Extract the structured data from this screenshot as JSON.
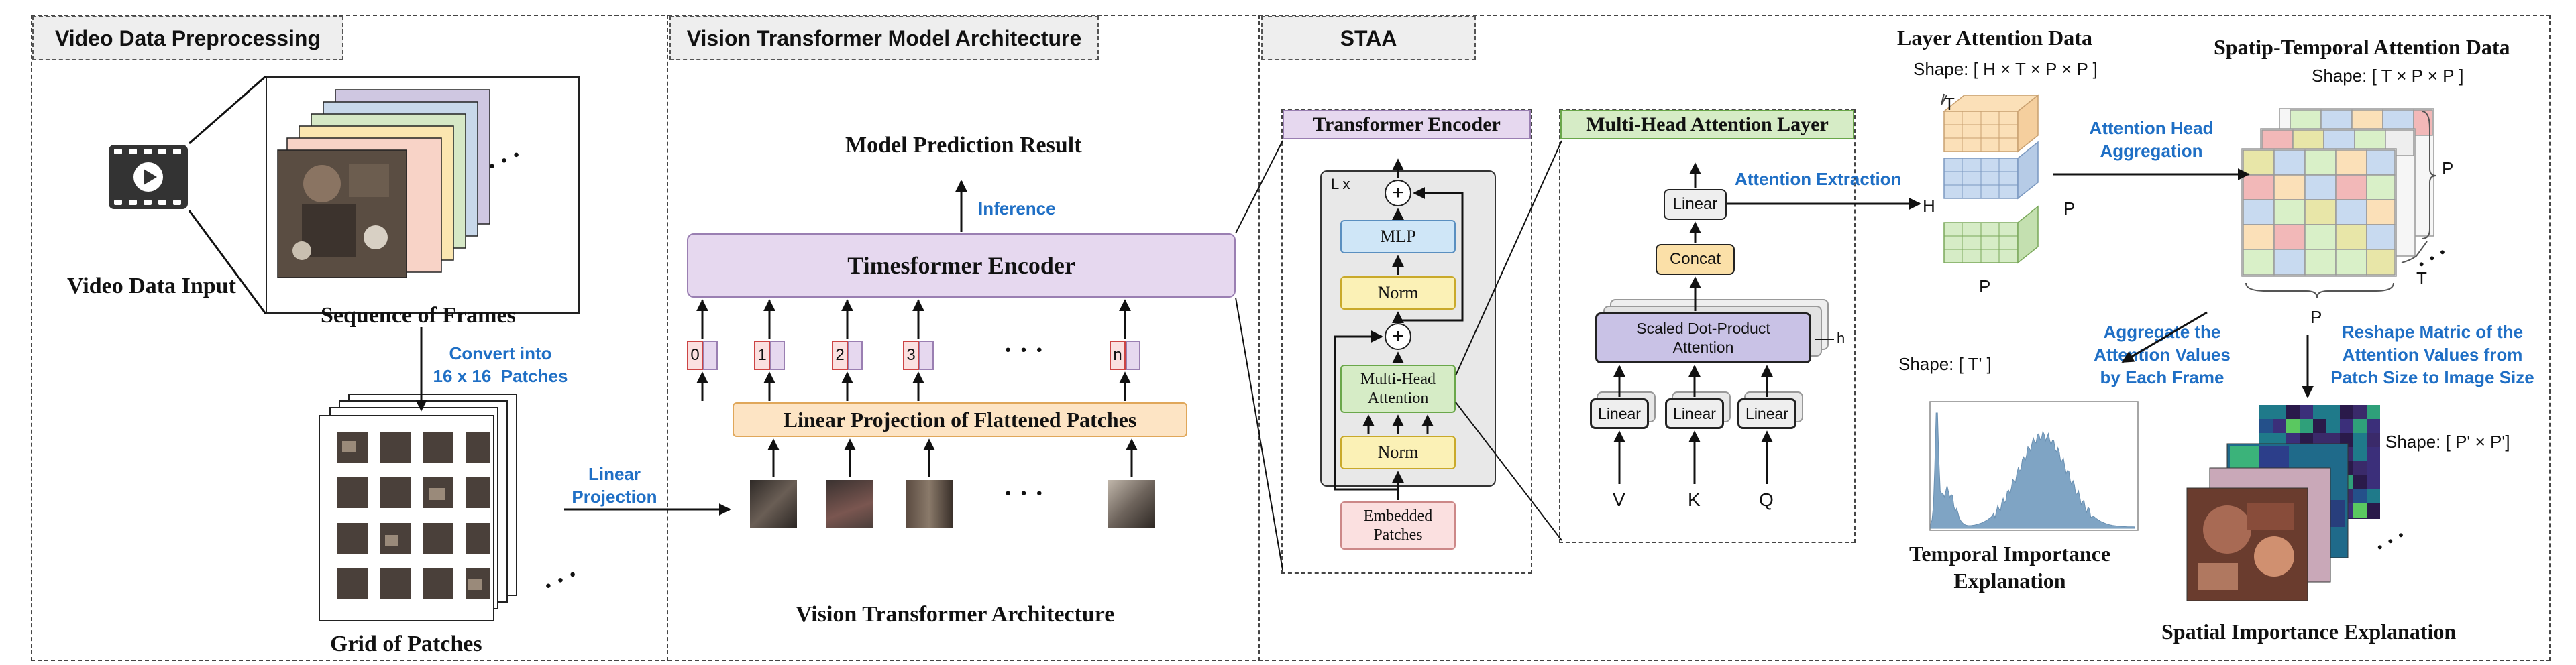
{
  "sections": {
    "video": {
      "title": "Video Data Preprocessing"
    },
    "vit": {
      "title": "Vision Transformer Model Architecture"
    },
    "staa": {
      "title": "STAA"
    }
  },
  "video": {
    "input_label": "Video Data Input",
    "frames_label": "Sequence of Frames",
    "convert_label": "Convert into\n16 x 16  Patches",
    "patches_label": "Grid of Patches",
    "projection_label": "Linear\nProjection",
    "ellipsis": ". . ."
  },
  "vit": {
    "prediction": "Model Prediction Result",
    "inference": "Inference",
    "encoder": "Timesformer Encoder",
    "tokens": [
      "0",
      "1",
      "2",
      "3",
      "n"
    ],
    "dots": "· · ·",
    "linear_projection": "Linear Projection of Flattened Patches",
    "architecture": "Vision Transformer Architecture"
  },
  "transformer": {
    "title": "Transformer Encoder",
    "repeat": "L x",
    "plus": "+",
    "mlp": "MLP",
    "norm": "Norm",
    "mha": "Multi-Head\nAttention",
    "embedded": "Embedded\nPatches"
  },
  "mha": {
    "title": "Multi-Head Attention Layer",
    "linear": "Linear",
    "concat": "Concat",
    "sdpa": "Scaled Dot-Product\nAttention",
    "h": "h",
    "v": "V",
    "k": "K",
    "q": "Q",
    "extraction": "Attention Extraction"
  },
  "layer_attention": {
    "title": "Layer Attention Data",
    "shape": "Shape: [ H × T × P × P ]",
    "t": "T",
    "h": "H",
    "p_side": "P",
    "p_bottom": "P"
  },
  "head_aggregation": "Attention Head\nAggregation",
  "spatio_temporal": {
    "title": "Spatip-Temporal Attention Data",
    "shape": "Shape: [ T × P × P ]",
    "p_right": "P",
    "t": "T",
    "p_bottom": "P"
  },
  "temporal": {
    "aggregate": "Aggregate the\nAttention Values\nby Each Frame",
    "shape": "Shape: [ T' ]",
    "label": "Temporal Importance\nExplanation"
  },
  "spatial": {
    "reshape": "Reshape Matric of the\nAttention Values from\nPatch Size to Image Size",
    "shape": "Shape:  [ P' × P']",
    "label": "Spatial Importance Explanation"
  },
  "colors": {
    "encoder_fill": "#e6d8ef",
    "linear_proj_fill": "#fde4c4",
    "mlp_fill": "#cfe6f7",
    "norm_fill": "#fbf1b6",
    "mha_fill": "#d6ecc6",
    "embedded_fill": "#fbe0e0",
    "sdpa_fill": "#c9c2e6",
    "accent_blue": "#1f6fc5",
    "histogram": "#7fa4c4"
  }
}
